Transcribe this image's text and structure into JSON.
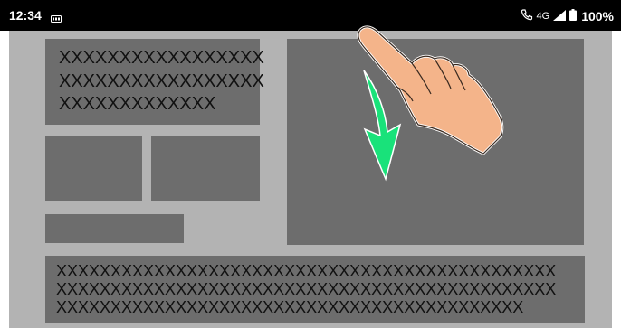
{
  "status_bar": {
    "time": "12:34",
    "network": "4G",
    "battery": "100%"
  },
  "content": {
    "card_top_left": {
      "lines": [
        "XXXXXXXXXXXXXXXXX",
        "XXXXXXXXXXXXXXXXX",
        "XXXXXXXXXXXXX"
      ]
    },
    "bottom_banner": {
      "lines": [
        "XXXXXXXXXXXXXXXXXXXXXXXXXXXXXXXXXXXXXXXXXXXXXX",
        "XXXXXXXXXXXXXXXXXXXXXXXXXXXXXXXXXXXXXXXXXXXXXX",
        "XXXXXXXXXXXXXXXXXXXXXXXXXXXXXXXXXXXXXXXXXXX"
      ]
    }
  },
  "gesture": {
    "type": "swipe-down",
    "arrow_color": "#19e27a",
    "hand_color": "#f4b48a"
  },
  "colors": {
    "status_bar": "#000000",
    "background": "#b3b3b3",
    "block": "#6d6d6d"
  }
}
